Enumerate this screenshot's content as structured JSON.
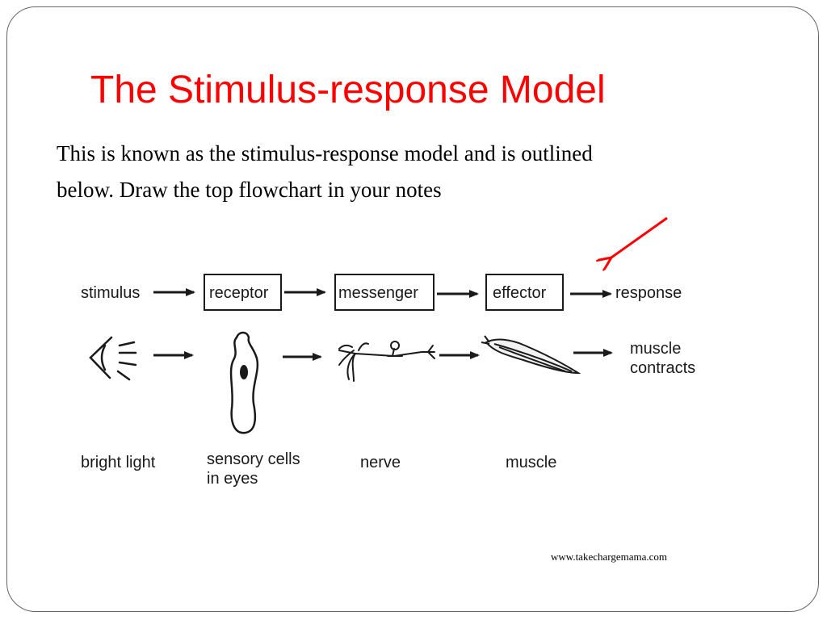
{
  "slide": {
    "title": "The Stimulus-response Model",
    "body_line1": "This is known as the stimulus-response model and is outlined",
    "body_line2": "below. Draw the top flowchart in your notes",
    "source": "www.takechargemama.com",
    "accent_color": "#ff0000"
  },
  "flowchart": {
    "top_row": [
      "stimulus",
      "receptor",
      "messenger",
      "effector",
      "response"
    ],
    "examples": {
      "stimulus": "bright light",
      "receptor": "sensory cells in eyes",
      "receptor_line1": "sensory cells",
      "receptor_line2": "in eyes",
      "messenger": "nerve",
      "effector": "muscle",
      "response_line1": "muscle",
      "response_line2": "contracts"
    },
    "icons": [
      "eye-light-icon",
      "sensory-cell-icon",
      "nerve-cell-icon",
      "muscle-icon"
    ]
  }
}
